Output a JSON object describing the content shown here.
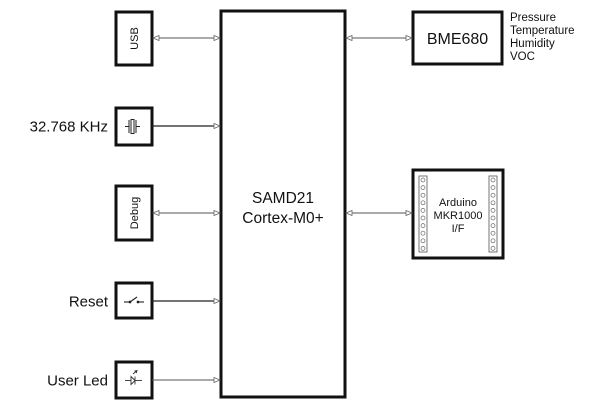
{
  "diagram": {
    "mcu": {
      "line1": "SAMD21",
      "line2": "Cortex-M0+"
    },
    "left_blocks": [
      {
        "id": "usb",
        "box_label": "USB",
        "side_label": "",
        "connection": "bidirectional",
        "icon": "text-vertical"
      },
      {
        "id": "crystal",
        "box_label": "",
        "side_label": "32.768 KHz",
        "connection": "input",
        "icon": "crystal-icon"
      },
      {
        "id": "debug",
        "box_label": "Debug",
        "side_label": "",
        "connection": "bidirectional",
        "icon": "text-vertical"
      },
      {
        "id": "reset",
        "box_label": "",
        "side_label": "Reset",
        "connection": "input",
        "icon": "switch-icon"
      },
      {
        "id": "led",
        "box_label": "",
        "side_label": "User Led",
        "connection": "input",
        "icon": "led-icon"
      }
    ],
    "right_blocks": [
      {
        "id": "bme680",
        "box_label": "BME680",
        "notes": [
          "Pressure",
          "Temperature",
          "Humidity",
          "VOC"
        ],
        "connection": "bidirectional"
      },
      {
        "id": "arduino",
        "lines": [
          "Arduino",
          "MKR1000",
          "I/F"
        ],
        "connection": "bidirectional",
        "icon": "header-pins"
      }
    ]
  }
}
